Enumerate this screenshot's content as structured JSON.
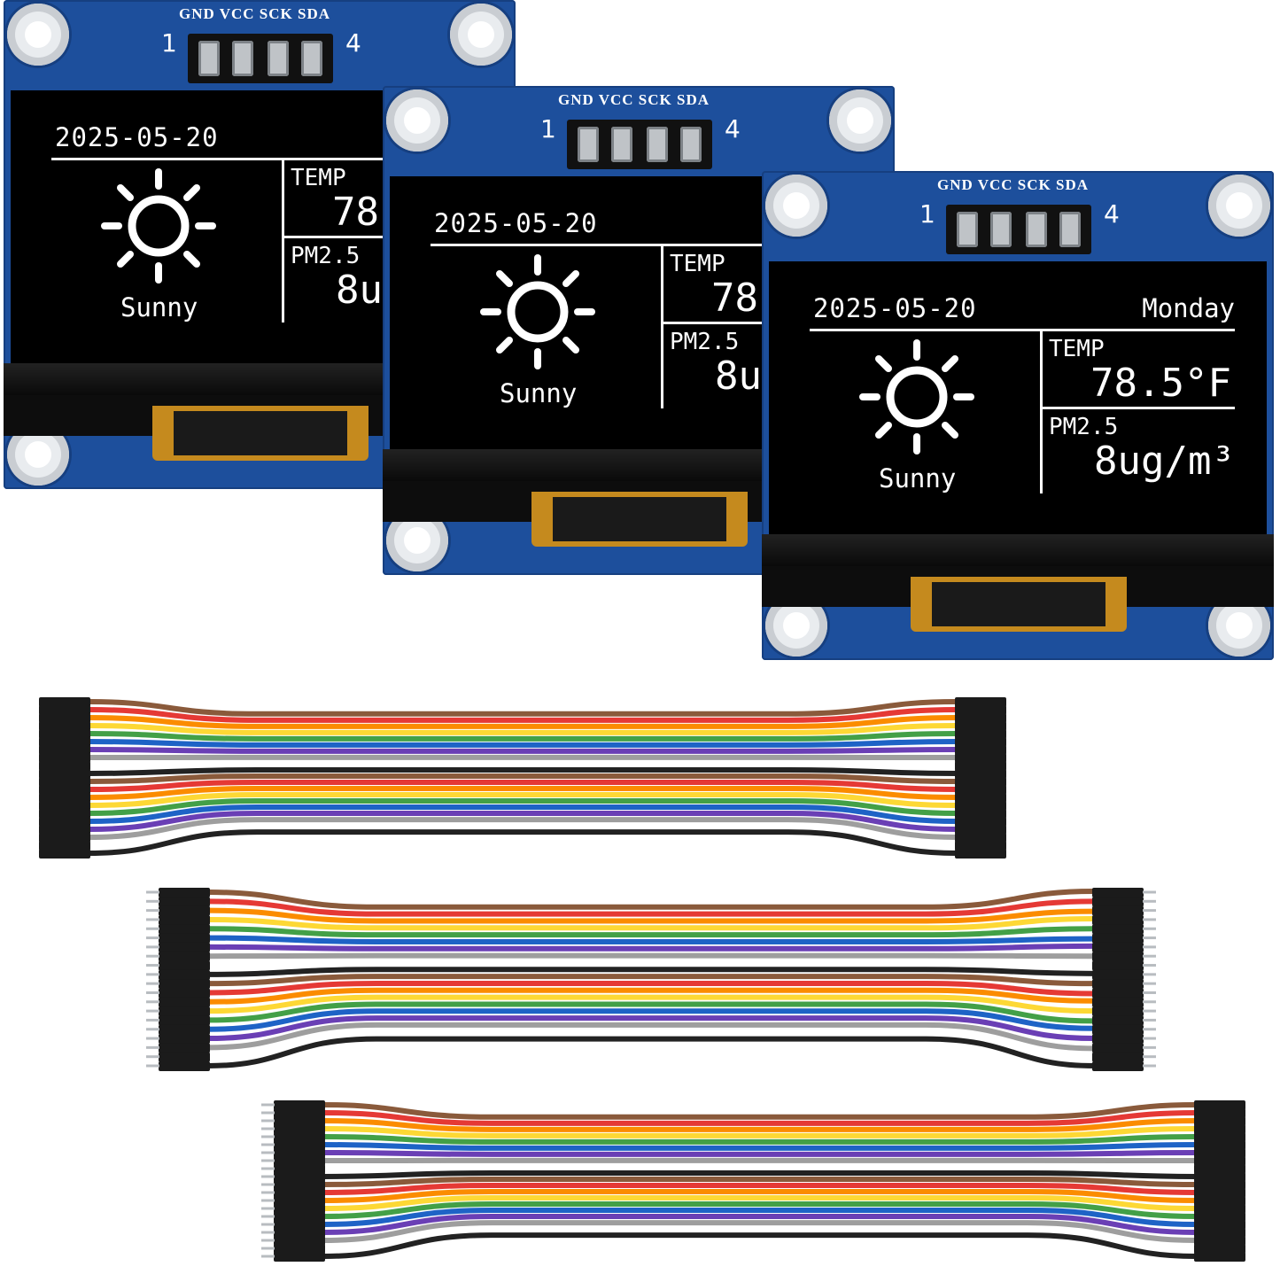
{
  "module": {
    "pin_labels": "GND VCC SCK SDA",
    "pin_first": "1",
    "pin_last": "4",
    "date": "2025-05-20",
    "day": "Monday",
    "weather": "Sunny",
    "temp_label": "TEMP",
    "temp_value": "78.5°F",
    "pm_label": "PM2.5",
    "pm_value": "8ug/m³",
    "icon": "sun-icon",
    "pcb_color": "#1d4f9c"
  },
  "cables": {
    "wire_colors": [
      "#8a5a3b",
      "#e53935",
      "#fb8c00",
      "#fdd835",
      "#43a047",
      "#1e63c6",
      "#6a3fb5",
      "#9e9e9e",
      "#ffffff",
      "#222222"
    ],
    "count": 3
  }
}
